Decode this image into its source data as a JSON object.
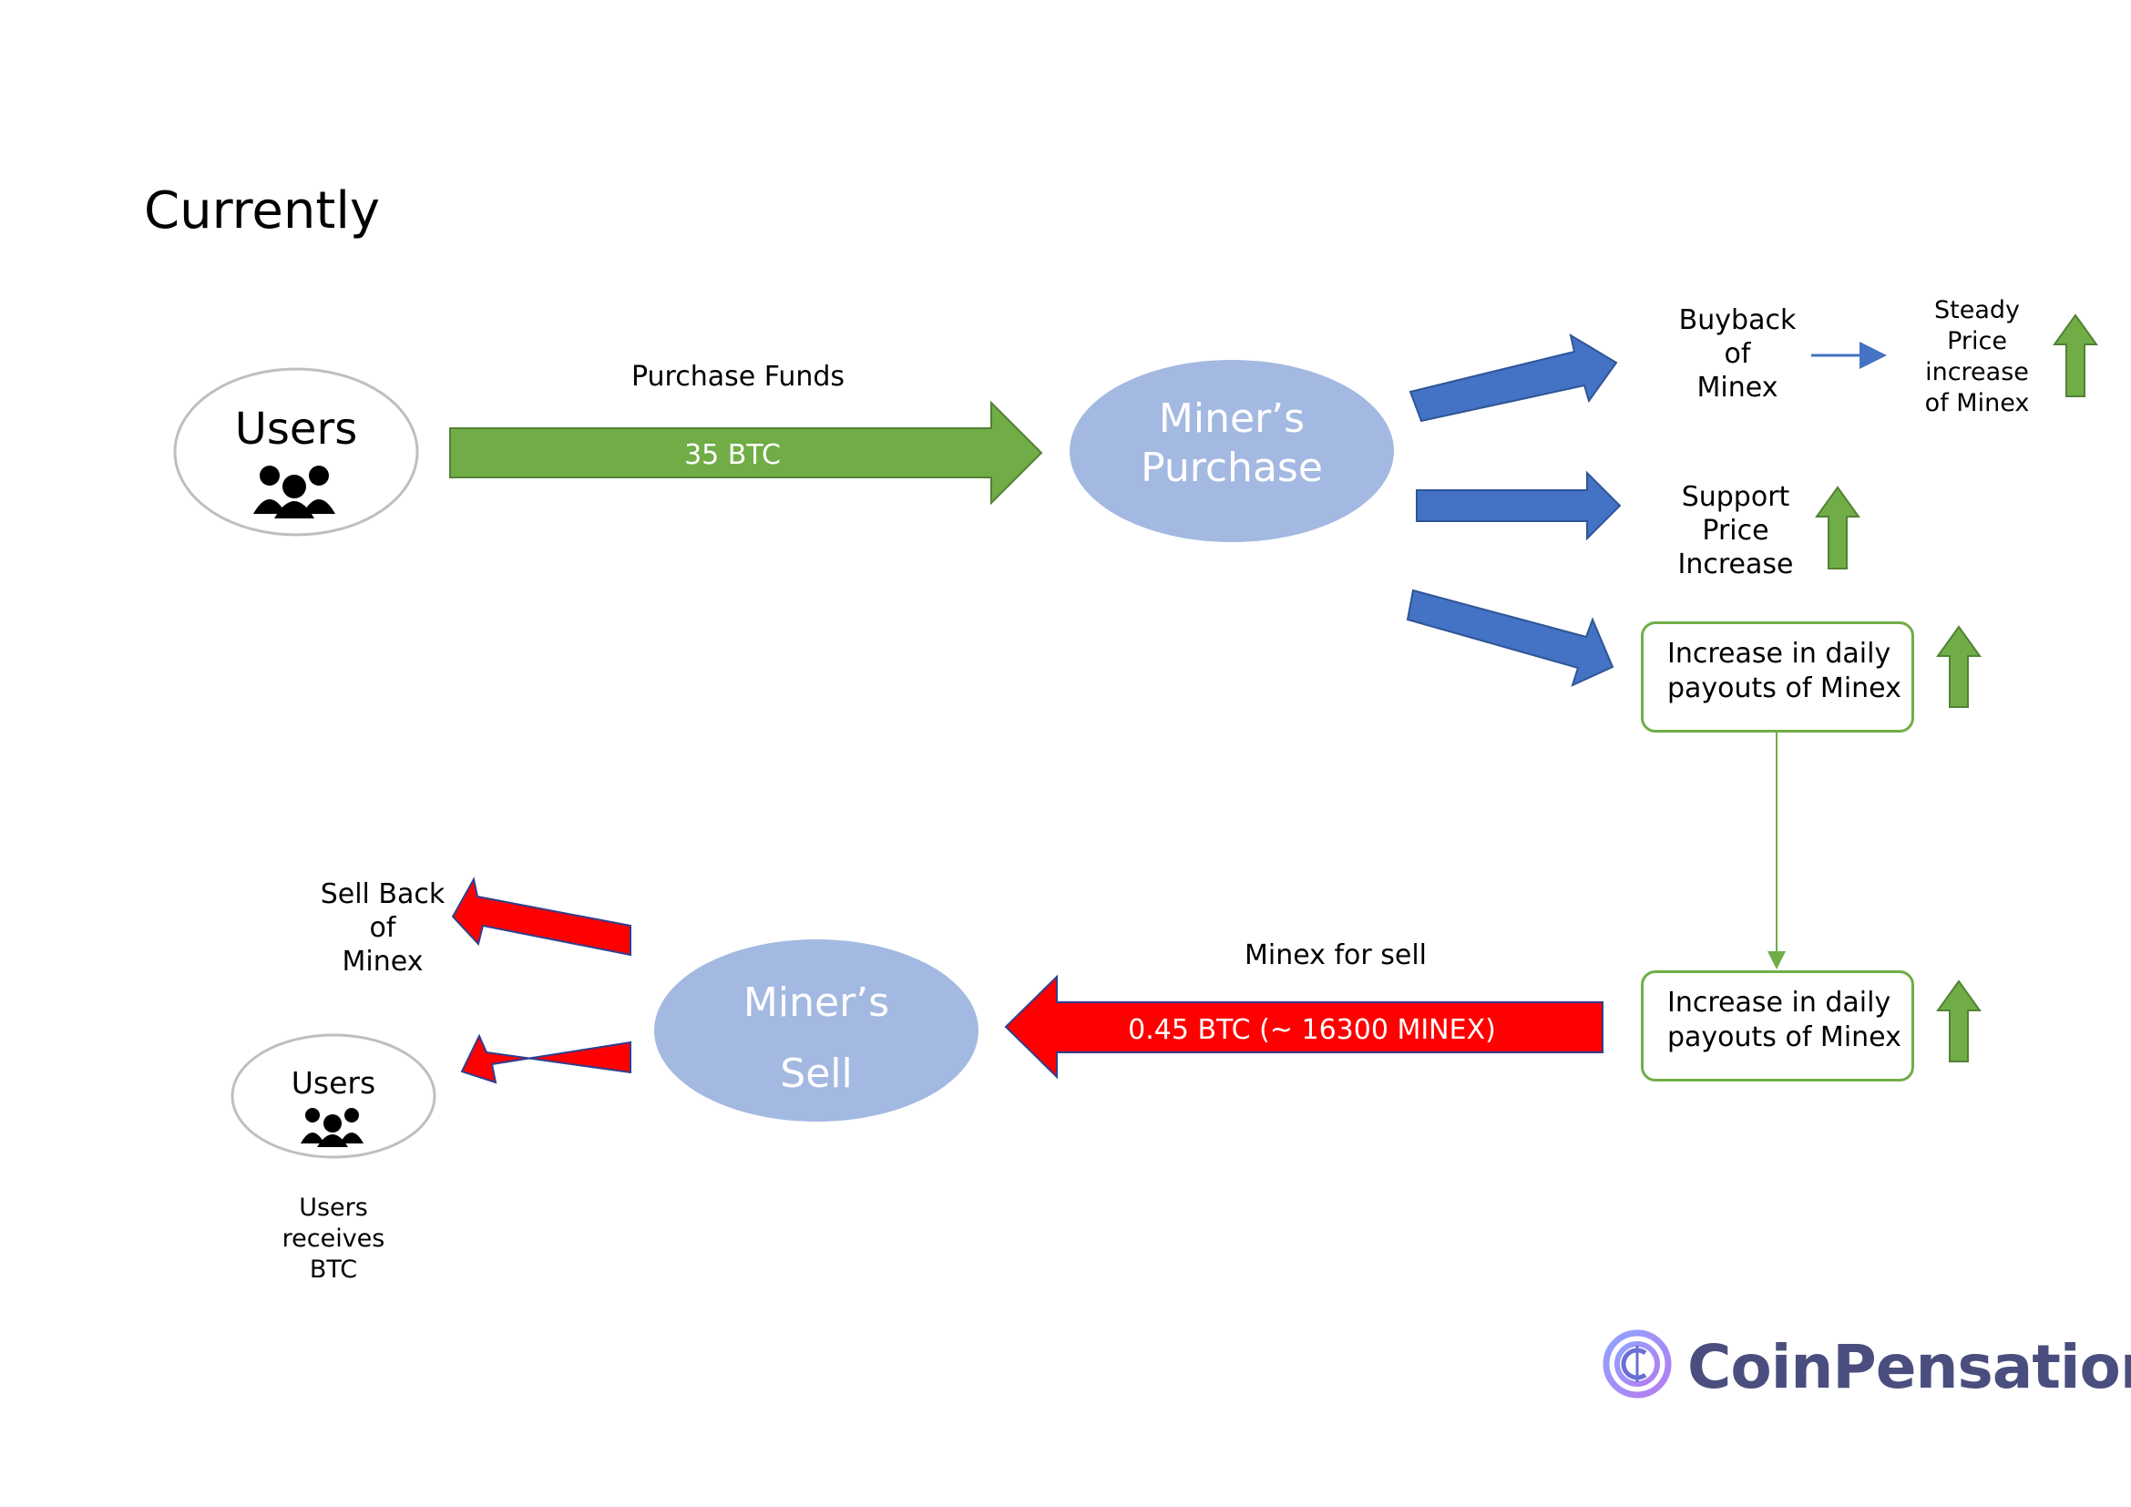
{
  "title": "Currently",
  "users_top": {
    "label": "Users",
    "icon": "users-group-icon"
  },
  "purchase": {
    "label": "Purchase Funds",
    "amount": "35 BTC"
  },
  "miners_purchase": {
    "line1": "Miner’s",
    "line2": "Purchase"
  },
  "buyback": {
    "line1": "Buyback",
    "line2": "of",
    "line3": "Minex"
  },
  "steady": {
    "line1": "Steady",
    "line2": "Price",
    "line3": "increase",
    "line4": "of Minex"
  },
  "support": {
    "line1": "Support",
    "line2": "Price",
    "line3": "Increase"
  },
  "payouts_top": {
    "line1": "Increase in daily",
    "line2": "payouts of Minex"
  },
  "payouts_bottom": {
    "line1": "Increase in daily",
    "line2": "payouts of Minex"
  },
  "minex_for_sell": {
    "label": "Minex for sell",
    "amount": "0.45 BTC (~ 16300 MINEX)"
  },
  "miners_sell": {
    "line1": "Miner’s",
    "line2": "Sell"
  },
  "sell_back": {
    "line1": "Sell Back",
    "line2": "of",
    "line3": "Minex"
  },
  "users_bottom": {
    "label": "Users",
    "icon": "users-group-icon"
  },
  "users_receive": {
    "line1": "Users",
    "line2": "receives",
    "line3": "BTC"
  },
  "logo": {
    "text": "CoinPensation",
    "icon": "coinpensation-logo-icon"
  },
  "colors": {
    "green_arrow": "#70ad47",
    "blue_arrow": "#4472c4",
    "red_arrow": "#ff0000",
    "node_fill": "#a4b9e1",
    "box_border": "#70ad47"
  }
}
